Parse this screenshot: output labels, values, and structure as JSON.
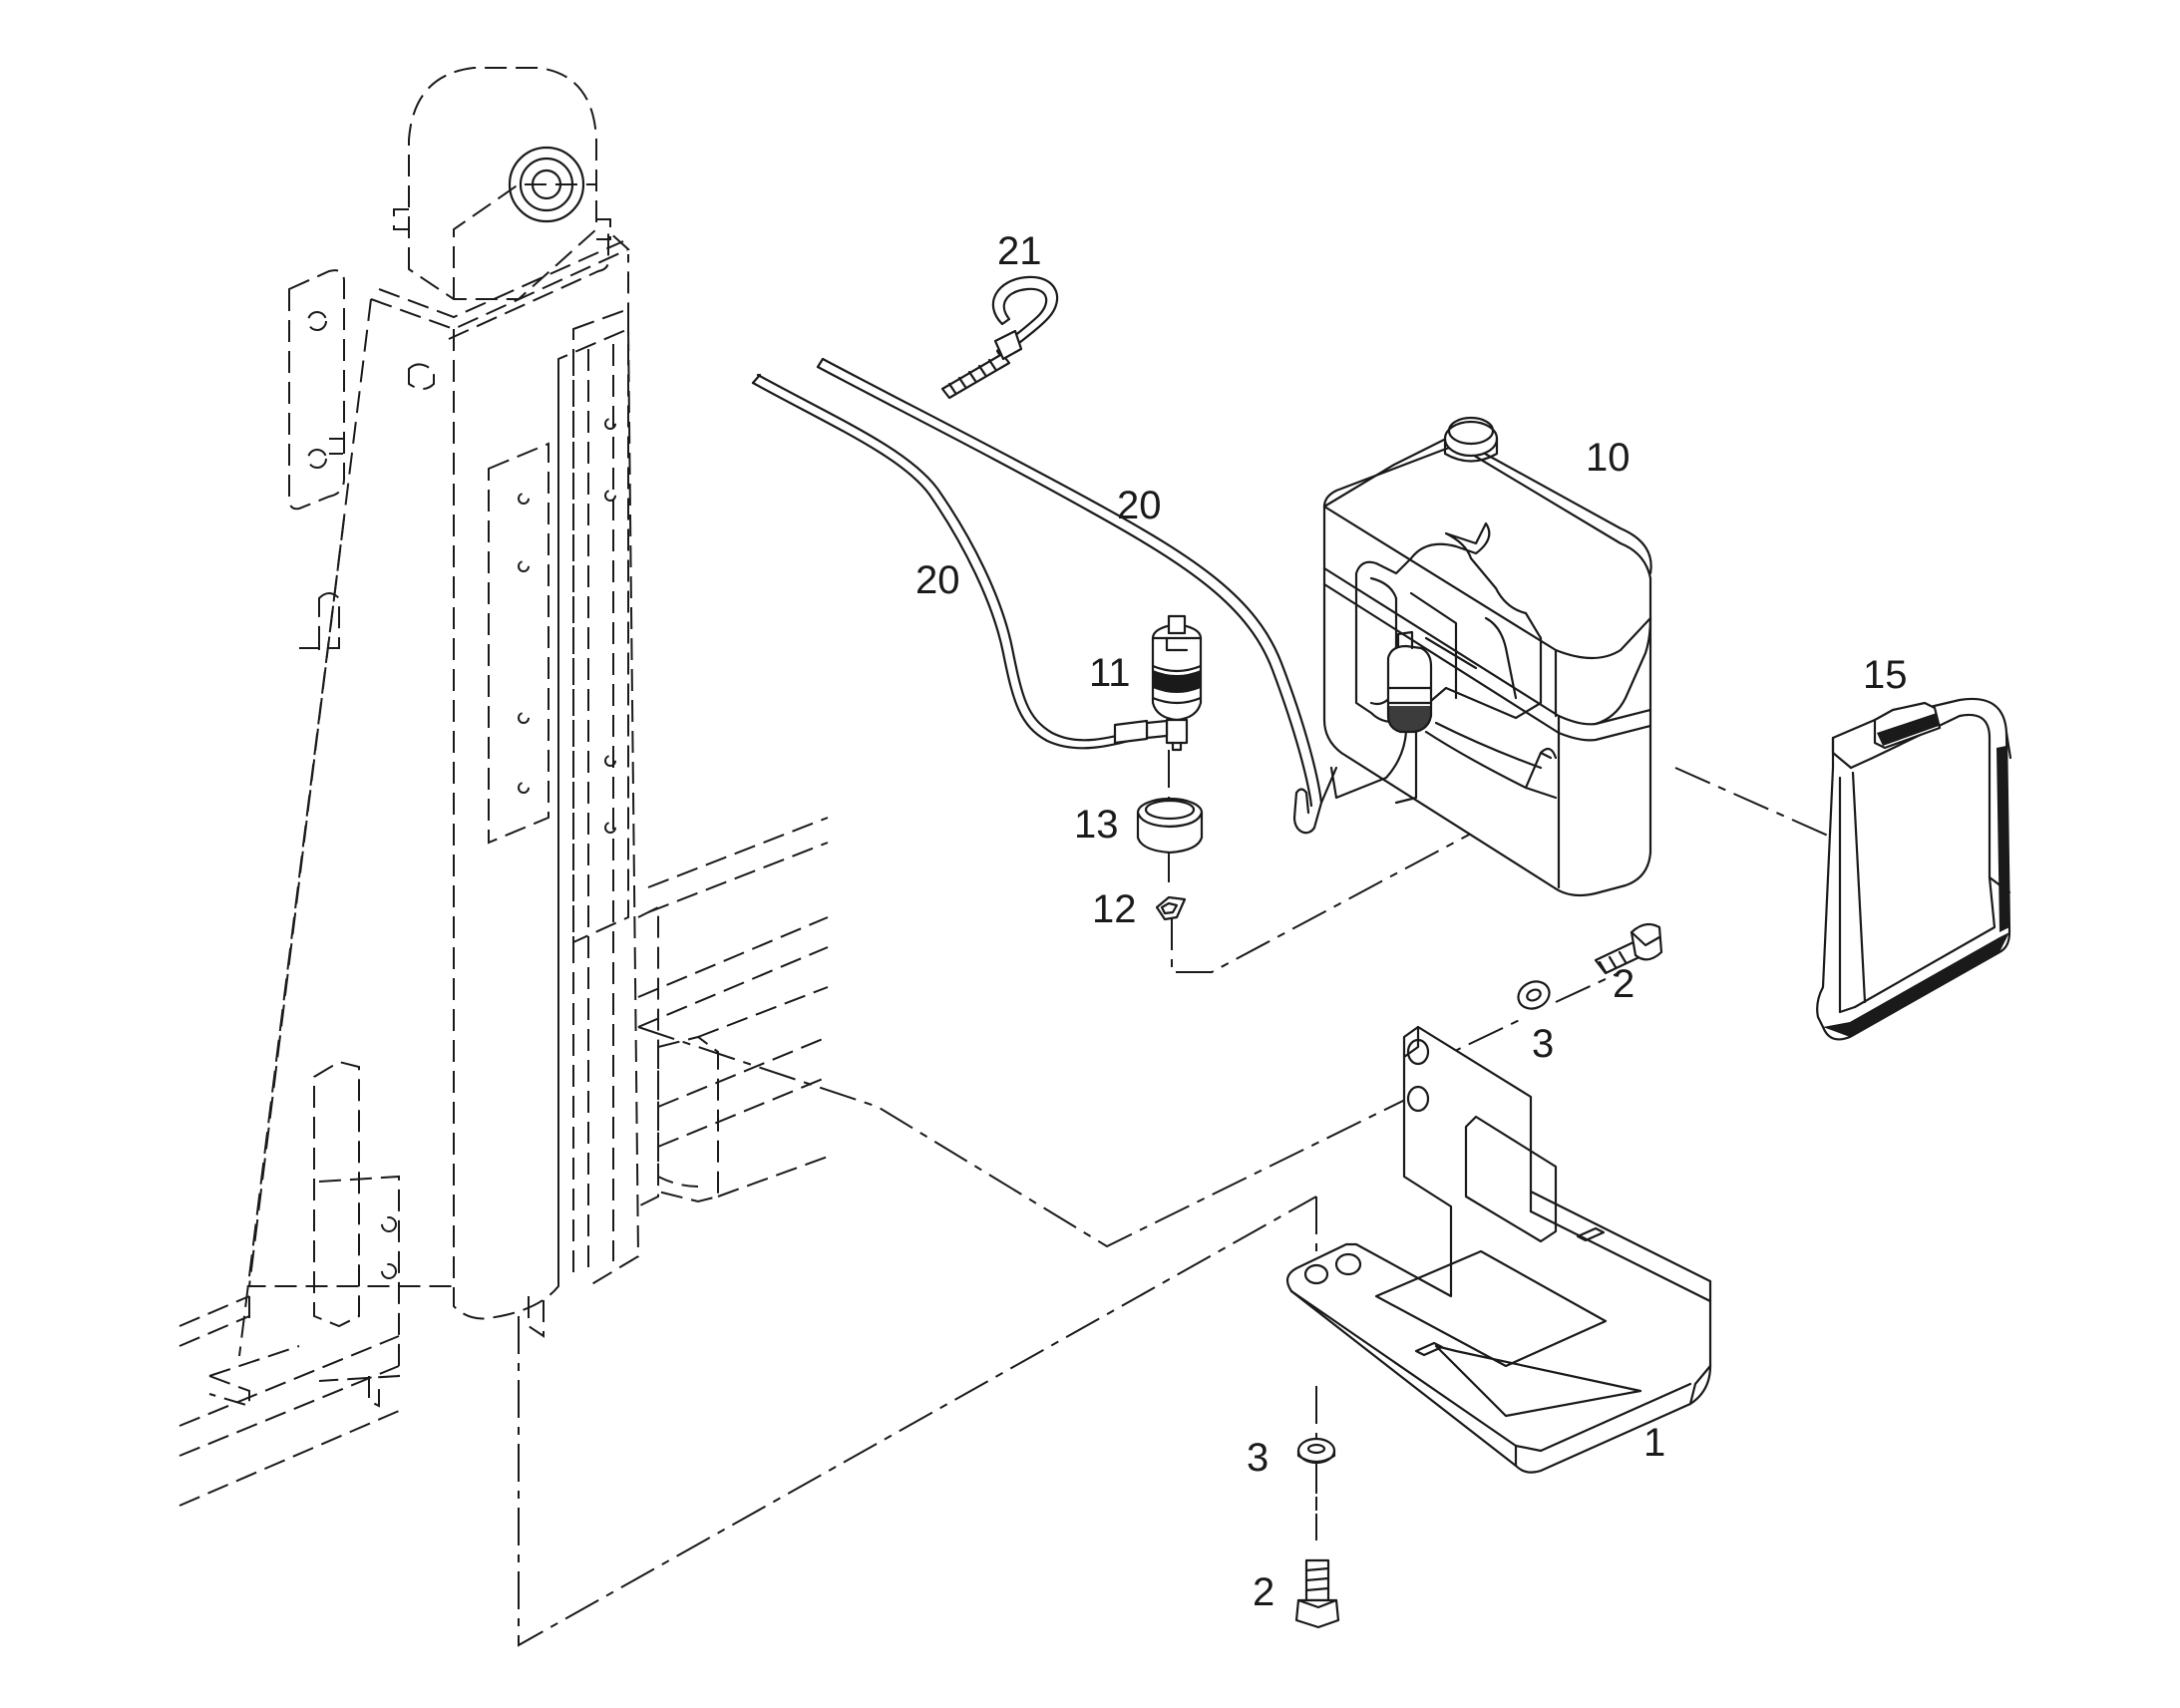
{
  "colors": {
    "line": "#1a1a1a",
    "background": "#ffffff"
  },
  "callouts": [
    {
      "id": "c1",
      "label": "1"
    },
    {
      "id": "c2a",
      "label": "2"
    },
    {
      "id": "c2b",
      "label": "2"
    },
    {
      "id": "c3a",
      "label": "3"
    },
    {
      "id": "c3b",
      "label": "3"
    },
    {
      "id": "c10",
      "label": "10"
    },
    {
      "id": "c11",
      "label": "11"
    },
    {
      "id": "c12",
      "label": "12"
    },
    {
      "id": "c13",
      "label": "13"
    },
    {
      "id": "c15",
      "label": "15"
    },
    {
      "id": "c20a",
      "label": "20"
    },
    {
      "id": "c20b",
      "label": "20"
    },
    {
      "id": "c21",
      "label": "21"
    }
  ]
}
